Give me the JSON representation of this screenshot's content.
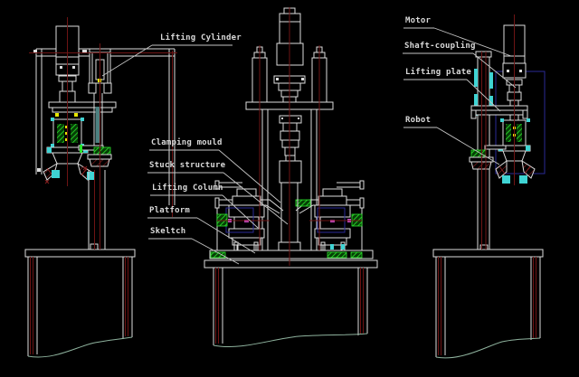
{
  "drawing": {
    "description": "CAD assembly drawing, three orthographic views of a lifting clamping machine on benches",
    "views": [
      {
        "name": "left-side-view"
      },
      {
        "name": "front-view"
      },
      {
        "name": "right-side-view"
      }
    ]
  },
  "callouts": [
    {
      "id": "lifting-cylinder",
      "text": "Lifting Cylinder"
    },
    {
      "id": "clamping-mould",
      "text": "Clamping mould"
    },
    {
      "id": "stuck-structure",
      "text": "Stuck structure"
    },
    {
      "id": "lifting-column",
      "text": "Lifting Column"
    },
    {
      "id": "platform",
      "text": "Platform"
    },
    {
      "id": "skeltch",
      "text": "Skeltch"
    },
    {
      "id": "motor",
      "text": "Motor"
    },
    {
      "id": "shaft-coupling",
      "text": "Shaft-coupling"
    },
    {
      "id": "lifting-plate",
      "text": "Lifting plate"
    },
    {
      "id": "robot",
      "text": "Robot"
    }
  ],
  "colors": {
    "background": "#000000",
    "line_white": "#dcdcdc",
    "centerline_red": "#6e1414",
    "hatch_red": "#8a1f1f",
    "accent_green": "#2ce62c",
    "accent_cyan": "#3fd4d4",
    "accent_yellow": "#e6e600",
    "accent_magenta": "#c84cc8",
    "box_blue": "#2a2a96",
    "break_line_green": "#8fb39e",
    "label_text": "#d9d9d9"
  }
}
